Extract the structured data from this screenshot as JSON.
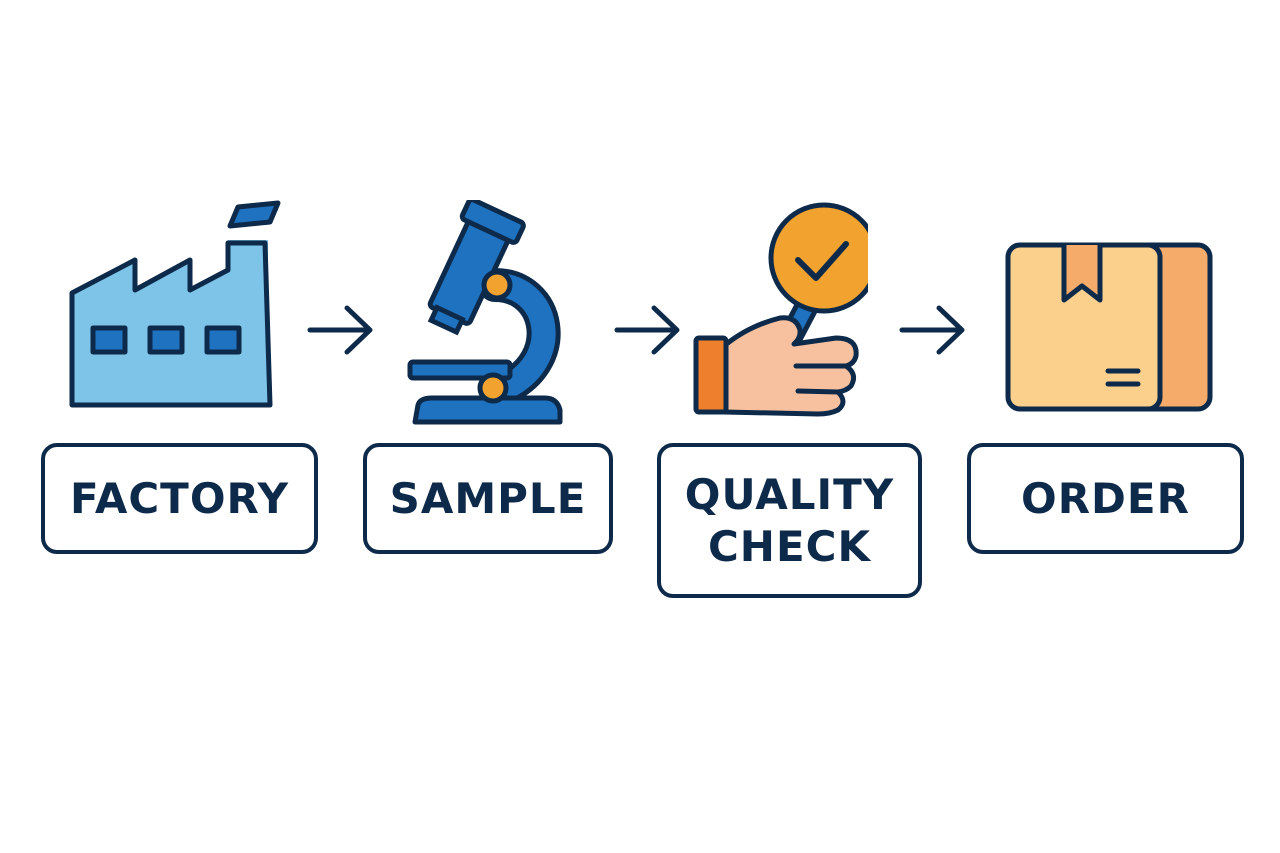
{
  "steps": [
    {
      "id": "factory",
      "label": "FACTORY",
      "icon": "factory-icon"
    },
    {
      "id": "sample",
      "label": "SAMPLE",
      "icon": "microscope-icon"
    },
    {
      "id": "quality_check",
      "label": "QUALITY\nCHECK",
      "icon": "hand-checkmark-icon"
    },
    {
      "id": "order",
      "label": "ORDER",
      "icon": "package-box-icon"
    }
  ],
  "connectors": [
    "arrow-right-icon",
    "arrow-right-icon",
    "arrow-right-icon"
  ],
  "colors": {
    "outline": "#0d2a4a",
    "factory_blue": "#7ec4e8",
    "microscope_blue": "#1f72c0",
    "accent_orange": "#f2a32f",
    "skin": "#f7c19f",
    "cuff_orange": "#ee7f2c",
    "box_light": "#fbd08c",
    "box_dark": "#f5ac6b"
  }
}
